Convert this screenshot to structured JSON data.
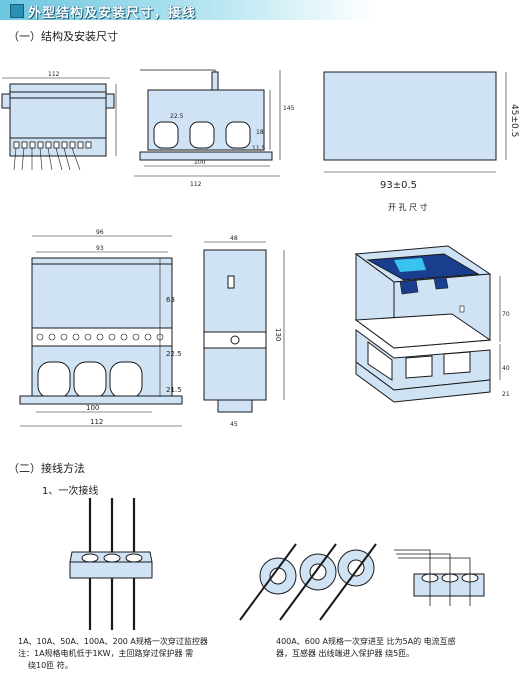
{
  "header": {
    "title": "外型结构及安装尺寸，接线"
  },
  "section1": {
    "title": "（一）结构及安装尺寸"
  },
  "section2": {
    "title": "（二）接线方法",
    "subtitle": "1、一次接线",
    "caption_left_line1": "1A、10A、50A、100A、200 A规格一次穿过监控器",
    "caption_left_line2": "注：1A规格电机低于1KW，主回路穿过保护器 需",
    "caption_left_line3": "绕10匝 符。",
    "caption_right_line1": "400A、600 A规格一次穿进至 比为5A的 电流互感",
    "caption_right_line2": "器，互感器 出线端进入保护器 绕5匝。"
  },
  "dims": {
    "d_112": "112",
    "d_100": "100",
    "d_145": "145",
    "d_18": "18",
    "d_11_5": "11.5",
    "d_22_5": "22.5",
    "d_panel_w": "93±0.5",
    "d_panel_h": "45±0.5",
    "panel_label": "开 孔 尺 寸",
    "d_96": "96",
    "d_93": "93",
    "d_63": "63",
    "d_22_5b": "22.5",
    "d_21_5": "21.5",
    "d_100b": "100",
    "d_112b": "112",
    "d_48": "48",
    "d_130": "130",
    "d_45": "45",
    "d_70": "70",
    "d_40": "40",
    "d_21": "21"
  },
  "colors": {
    "body": "#cfe3f5",
    "outline": "#1a1a1a",
    "banner": "#6cc6e0",
    "display": "#1a3e8e",
    "lcd": "#39c4ee"
  }
}
